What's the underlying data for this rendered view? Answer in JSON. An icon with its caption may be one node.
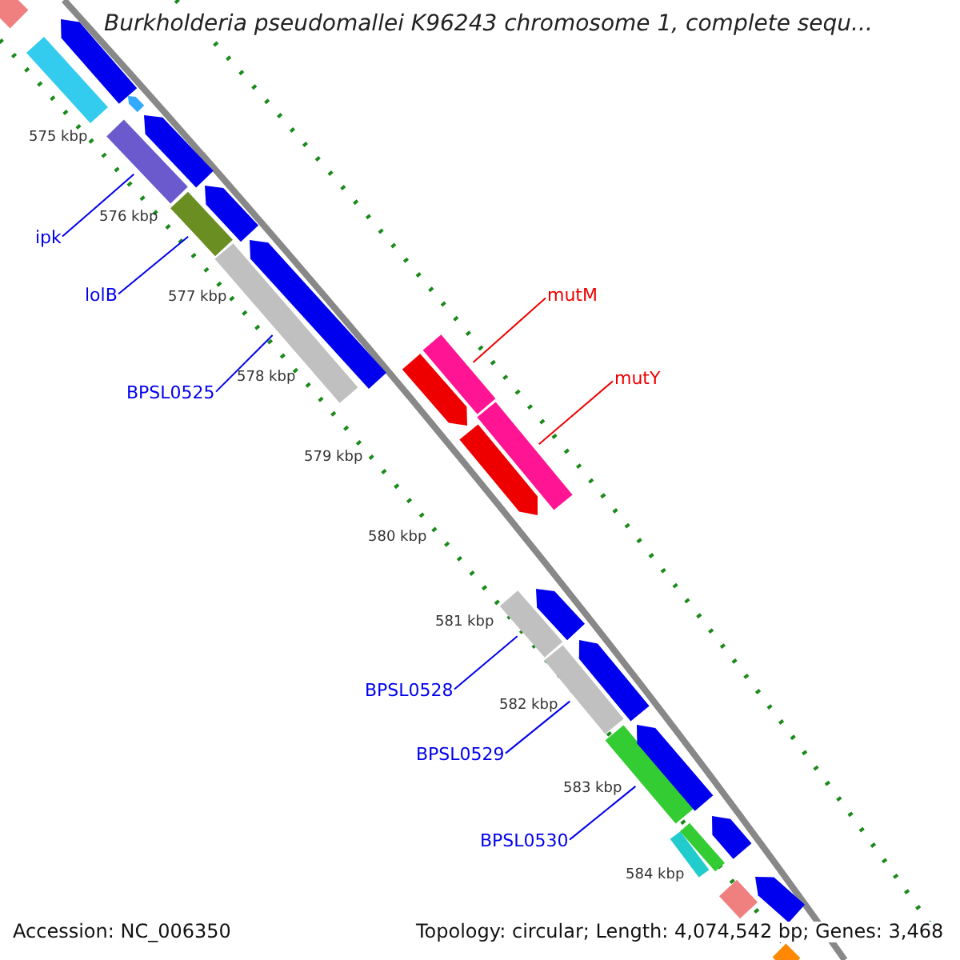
{
  "diagram": {
    "title": "Burkholderia pseudomallei K96243 chromosome 1, complete sequ...",
    "nodes": [
      {
        "text": [
          "ipk"
        ]
      },
      {
        "text": [
          "lolB"
        ]
      },
      {
        "text": [
          "BPSL0525"
        ]
      },
      {
        "text": [
          "mutM"
        ]
      },
      {
        "text": [
          "mutY"
        ]
      },
      {
        "text": [
          "BPSL0528"
        ]
      },
      {
        "text": [
          "BPSL0529"
        ]
      },
      {
        "text": [
          "BPSL0530"
        ]
      },
      {
        "text": [],
        "shape": "bar"
      },
      {
        "text": [],
        "shape": "bar"
      },
      {
        "text": [],
        "shape": "bar"
      },
      {
        "text": [],
        "shape": "bar"
      },
      {
        "text": [],
        "shape": "bar"
      },
      {
        "text": [],
        "shape": "bar"
      },
      {
        "text": [],
        "shape": "bar"
      },
      {
        "text": [],
        "shape": "bar"
      },
      {
        "text": [],
        "shape": "bar"
      },
      {
        "text": [],
        "shape": "bar"
      },
      {
        "text": [],
        "shape": "bar"
      },
      {
        "text": [],
        "shape": "bar"
      },
      {
        "text": [],
        "shape": "bar"
      },
      {
        "text": [],
        "shape": "bar"
      },
      {
        "text": [],
        "shape": "bar"
      },
      {
        "text": [],
        "shape": "bar"
      },
      {
        "text": [],
        "shape": "bar"
      },
      {
        "text": [],
        "shape": "bar"
      },
      {
        "text": [],
        "shape": "bar"
      },
      {
        "text": [],
        "shape": "bar"
      },
      {
        "text": [],
        "shape": "bar"
      },
      {
        "text": [],
        "shape": "bar"
      },
      {
        "text": [],
        "shape": "bar"
      },
      {
        "text": [],
        "shape": "bar"
      },
      {
        "text": [],
        "shape": "bar"
      },
      {
        "text": [],
        "shape": "bar"
      }
    ],
    "edges": [
      {
        "from": 0,
        "to": 8,
        "arrow": "none"
      },
      {
        "from": 1,
        "to": 9,
        "arrow": "none"
      },
      {
        "from": 2,
        "to": 10,
        "arrow": "none"
      },
      {
        "from": 3,
        "to": 11,
        "arrow": "none",
        "color": "#ee0000"
      },
      {
        "from": 4,
        "to": 12,
        "arrow": "none",
        "color": "#ee0000"
      },
      {
        "from": 5,
        "to": 13,
        "arrow": "none"
      },
      {
        "from": 6,
        "to": 14,
        "arrow": "none"
      },
      {
        "from": 7,
        "to": 15,
        "arrow": "none"
      }
    ],
    "labels": [
      "575 kbp",
      "576 kbp",
      "577 kbp",
      "578 kbp",
      "579 kbp",
      "580 kbp",
      "581 kbp",
      "582 kbp",
      "583 kbp",
      "584 kbp",
      "Accession: NC_006350",
      "Topology: circular; Length: 4,074,542 bp; Genes: 3,468"
    ]
  }
}
